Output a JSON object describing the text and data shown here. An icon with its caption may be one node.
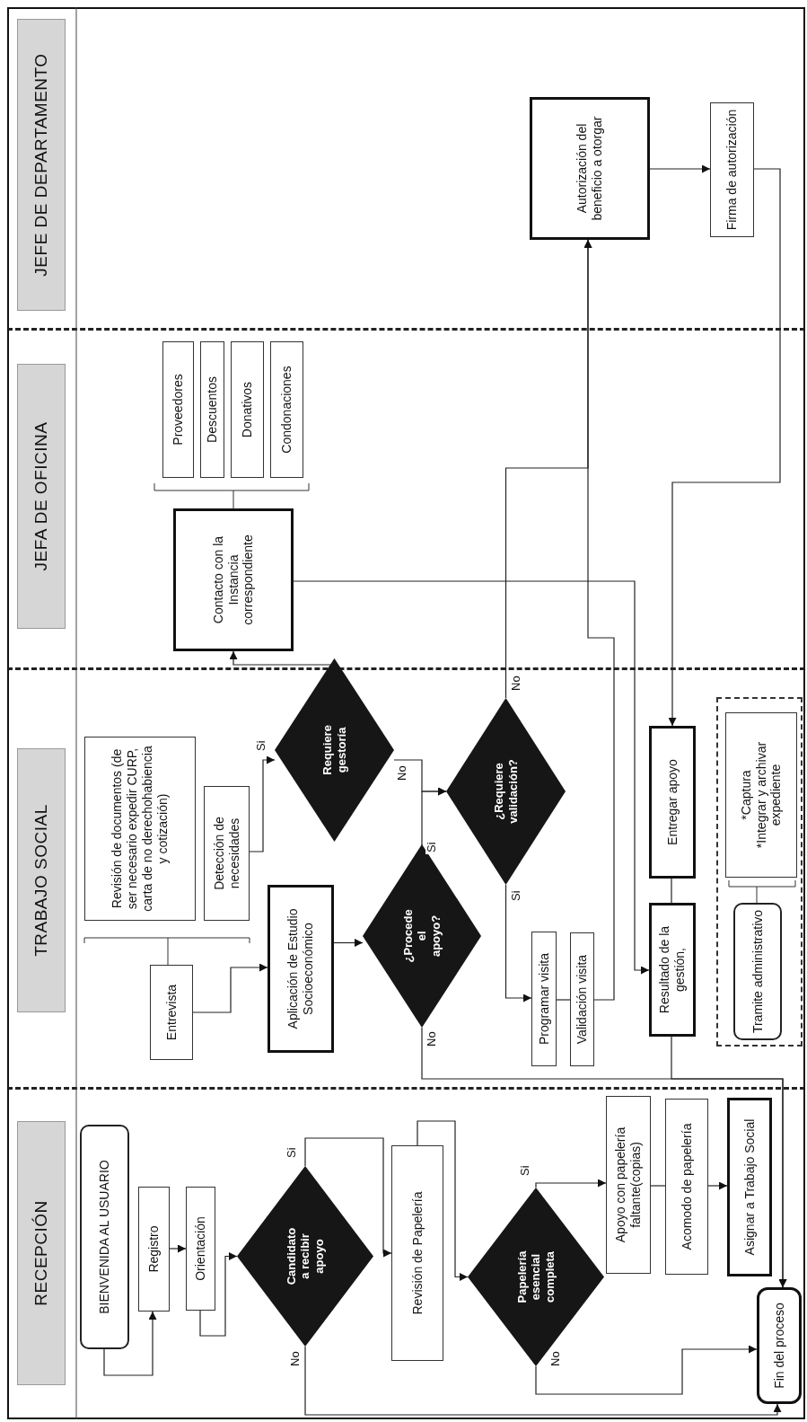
{
  "diagram": {
    "nodes": [
      {
        "text": [
          "RECEPCIÓN"
        ]
      },
      {
        "text": [
          "BIENVENIDA AL USUARIO"
        ],
        "in": 0
      },
      {
        "text": [
          "Registro"
        ],
        "in": 0
      },
      {
        "text": [
          "Orientación"
        ],
        "in": 0
      },
      {
        "text": [
          "Candidato a recibir apoyo"
        ],
        "in": 0
      },
      {
        "text": [
          "Revisión de Papelería"
        ],
        "in": 0
      },
      {
        "text": [
          "Papelería esencial completa"
        ],
        "in": 0
      },
      {
        "text": [
          "Apoyo con papelería faltante(copias)"
        ],
        "in": 0
      },
      {
        "text": [
          "Acomodo de papelería"
        ],
        "in": 0
      },
      {
        "text": [
          "Asignar a Trabajo Social"
        ],
        "in": 0
      },
      {
        "text": [
          "Fin del proceso"
        ],
        "in": 0
      },
      {
        "text": [
          "TRABAJO SOCIAL"
        ]
      },
      {
        "text": [
          "Entrevista"
        ],
        "in": 11
      },
      {
        "text": [
          "Revisión de documentos (de ser necesario expedir CURP, carta de no derechohabiencia y cotización)"
        ],
        "in": 11
      },
      {
        "text": [
          "Detección de necesidades"
        ],
        "in": 11
      },
      {
        "text": [
          "Aplicación de Estudio Socioeconómico"
        ],
        "in": 11
      },
      {
        "text": [
          "¿Procede el apoyo?"
        ],
        "in": 11
      },
      {
        "text": [
          "Requiere gestoría"
        ],
        "in": 11
      },
      {
        "text": [
          "¿Requiere validación?"
        ],
        "in": 11
      },
      {
        "text": [
          "Programar visita"
        ],
        "in": 11
      },
      {
        "text": [
          "Validación visita"
        ],
        "in": 11
      },
      {
        "text": [
          "Resultado de la gestión,"
        ],
        "in": 11
      },
      {
        "text": [
          "Entregar apoyo"
        ],
        "in": 11
      },
      {
        "text": [],
        "shape": "box",
        "in": 11
      },
      {
        "text": [
          "Tramite administrativo"
        ],
        "in": 23
      },
      {
        "text": [
          "*Captura",
          "*Integrar y archivar expediente"
        ],
        "in": 23
      },
      {
        "text": [
          "JEFA DE OFICINA"
        ]
      },
      {
        "text": [
          "Contacto con la Instancia correspondiente"
        ],
        "in": 26
      },
      {
        "text": [
          "Proveedores"
        ],
        "in": 26
      },
      {
        "text": [
          "Descuentos"
        ],
        "in": 26
      },
      {
        "text": [
          "Donativos"
        ],
        "in": 26
      },
      {
        "text": [
          "Condonaciones"
        ],
        "in": 26
      },
      {
        "text": [
          "JEFE DE DEPARTAMENTO"
        ]
      },
      {
        "text": [
          "Autorización del beneficio a otorgar"
        ],
        "in": 32
      },
      {
        "text": [
          "Firma de autorización"
        ],
        "in": 32
      }
    ],
    "edges": [
      {
        "from": 1,
        "to": 2,
        "arrow": "to"
      },
      {
        "from": 2,
        "to": 3,
        "arrow": "to"
      },
      {
        "from": 3,
        "to": 4,
        "arrow": "to"
      },
      {
        "from": 4,
        "to": 5,
        "arrow": "to",
        "label": "Si"
      },
      {
        "from": 4,
        "to": 10,
        "arrow": "to",
        "label": "No"
      },
      {
        "from": 5,
        "to": 6,
        "arrow": "to"
      },
      {
        "from": 6,
        "to": 7,
        "arrow": "to",
        "label": "Si"
      },
      {
        "from": 6,
        "to": 10,
        "arrow": "to",
        "label": "No"
      },
      {
        "from": 7,
        "to": 8,
        "arrow": "none"
      },
      {
        "from": 8,
        "to": 9,
        "arrow": "to"
      },
      {
        "from": 12,
        "to": 15,
        "arrow": "to"
      },
      {
        "from": 15,
        "to": 16,
        "arrow": "to"
      },
      {
        "from": 14,
        "to": 17,
        "arrow": "to",
        "label": "Si"
      },
      {
        "from": 17,
        "to": 27,
        "arrow": "to"
      },
      {
        "from": 17,
        "to": 18,
        "arrow": "to",
        "label": "No"
      },
      {
        "from": 16,
        "to": 18,
        "arrow": "to",
        "label": "Si"
      },
      {
        "from": 18,
        "to": 19,
        "arrow": "to",
        "label": "Si"
      },
      {
        "from": 19,
        "to": 20,
        "arrow": "none"
      },
      {
        "from": 20,
        "to": 33,
        "arrow": "to"
      },
      {
        "from": 18,
        "to": 33,
        "arrow": "to",
        "label": "No"
      },
      {
        "from": 27,
        "to": 21,
        "arrow": "to"
      },
      {
        "from": 22,
        "to": 21,
        "arrow": "none"
      },
      {
        "from": 34,
        "to": 22,
        "arrow": "to"
      },
      {
        "from": 33,
        "to": 34,
        "arrow": "to"
      },
      {
        "from": 21,
        "to": 10,
        "arrow": "to"
      },
      {
        "from": 16,
        "to": 10,
        "arrow": "to",
        "label": "No"
      }
    ]
  }
}
